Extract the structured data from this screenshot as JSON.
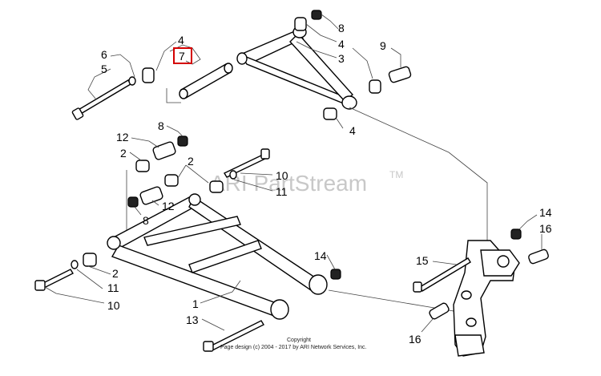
{
  "watermark": {
    "text": "ARI PartStream",
    "tm": "TM"
  },
  "copyright": {
    "line1": "Copyright",
    "line2": "Page design (c) 2004 - 2017 by ARI Network Services, Inc."
  },
  "highlight_color": "#d40000",
  "callouts": [
    {
      "id": "c-4-top",
      "text": "4"
    },
    {
      "id": "c-7",
      "text": "7",
      "highlighted": true
    },
    {
      "id": "c-6",
      "text": "6"
    },
    {
      "id": "c-5",
      "text": "5"
    },
    {
      "id": "c-8-top",
      "text": "8"
    },
    {
      "id": "c-4-upper",
      "text": "4"
    },
    {
      "id": "c-3",
      "text": "3"
    },
    {
      "id": "c-9",
      "text": "9"
    },
    {
      "id": "c-4-lower",
      "text": "4"
    },
    {
      "id": "c-8-mid",
      "text": "8"
    },
    {
      "id": "c-12-top",
      "text": "12"
    },
    {
      "id": "c-2-top",
      "text": "2"
    },
    {
      "id": "c-2-mid",
      "text": "2"
    },
    {
      "id": "c-10-mid",
      "text": "10"
    },
    {
      "id": "c-11-mid",
      "text": "11"
    },
    {
      "id": "c-12-mid",
      "text": "12"
    },
    {
      "id": "c-8-low",
      "text": "8"
    },
    {
      "id": "c-14-right",
      "text": "14"
    },
    {
      "id": "c-16-right",
      "text": "16"
    },
    {
      "id": "c-14-mid",
      "text": "14"
    },
    {
      "id": "c-15",
      "text": "15"
    },
    {
      "id": "c-2-low",
      "text": "2"
    },
    {
      "id": "c-11-low",
      "text": "11"
    },
    {
      "id": "c-10-low",
      "text": "10"
    },
    {
      "id": "c-1",
      "text": "1"
    },
    {
      "id": "c-13",
      "text": "13"
    },
    {
      "id": "c-16-low",
      "text": "16"
    }
  ]
}
